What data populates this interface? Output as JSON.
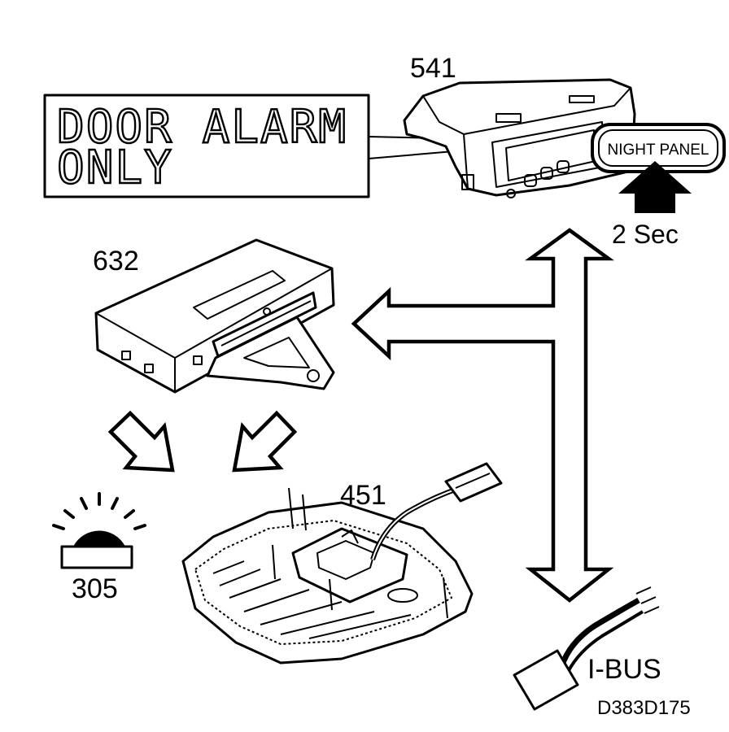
{
  "display": {
    "line1": "DOOR ALARM",
    "line2": "ONLY"
  },
  "button": {
    "label": "NIGHT PANEL"
  },
  "hold_time": "2 Sec",
  "bus": {
    "label": "I-BUS"
  },
  "components": {
    "instrument_cluster": "541",
    "control_module": "632",
    "interior_light": "451",
    "alarm_indicator": "305"
  },
  "figure_code": "D383D175"
}
